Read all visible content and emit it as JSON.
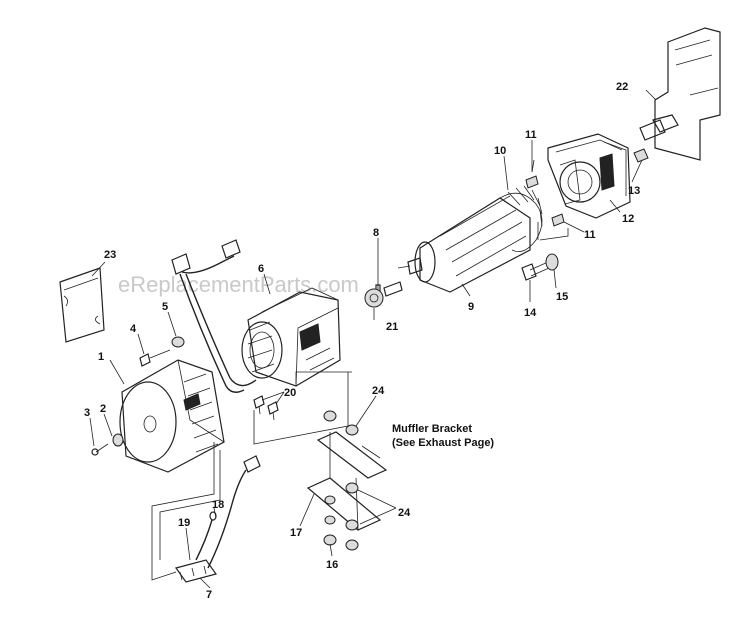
{
  "diagram": {
    "watermark": "eReplacementParts.com",
    "callouts": {
      "c1": "1",
      "c2": "2",
      "c3": "3",
      "c4": "4",
      "c5": "5",
      "c6": "6",
      "c7": "7",
      "c8": "8",
      "c9": "9",
      "c10": "10",
      "c11a": "11",
      "c11b": "11",
      "c12": "12",
      "c13": "13",
      "c14": "14",
      "c15": "15",
      "c16": "16",
      "c17": "17",
      "c18": "18",
      "c19": "19",
      "c20": "20",
      "c21": "21",
      "c22": "22",
      "c23": "23",
      "c24a": "24",
      "c24b": "24"
    },
    "note": {
      "line1": "Muffler Bracket",
      "line2": "(See Exhaust Page)"
    }
  }
}
